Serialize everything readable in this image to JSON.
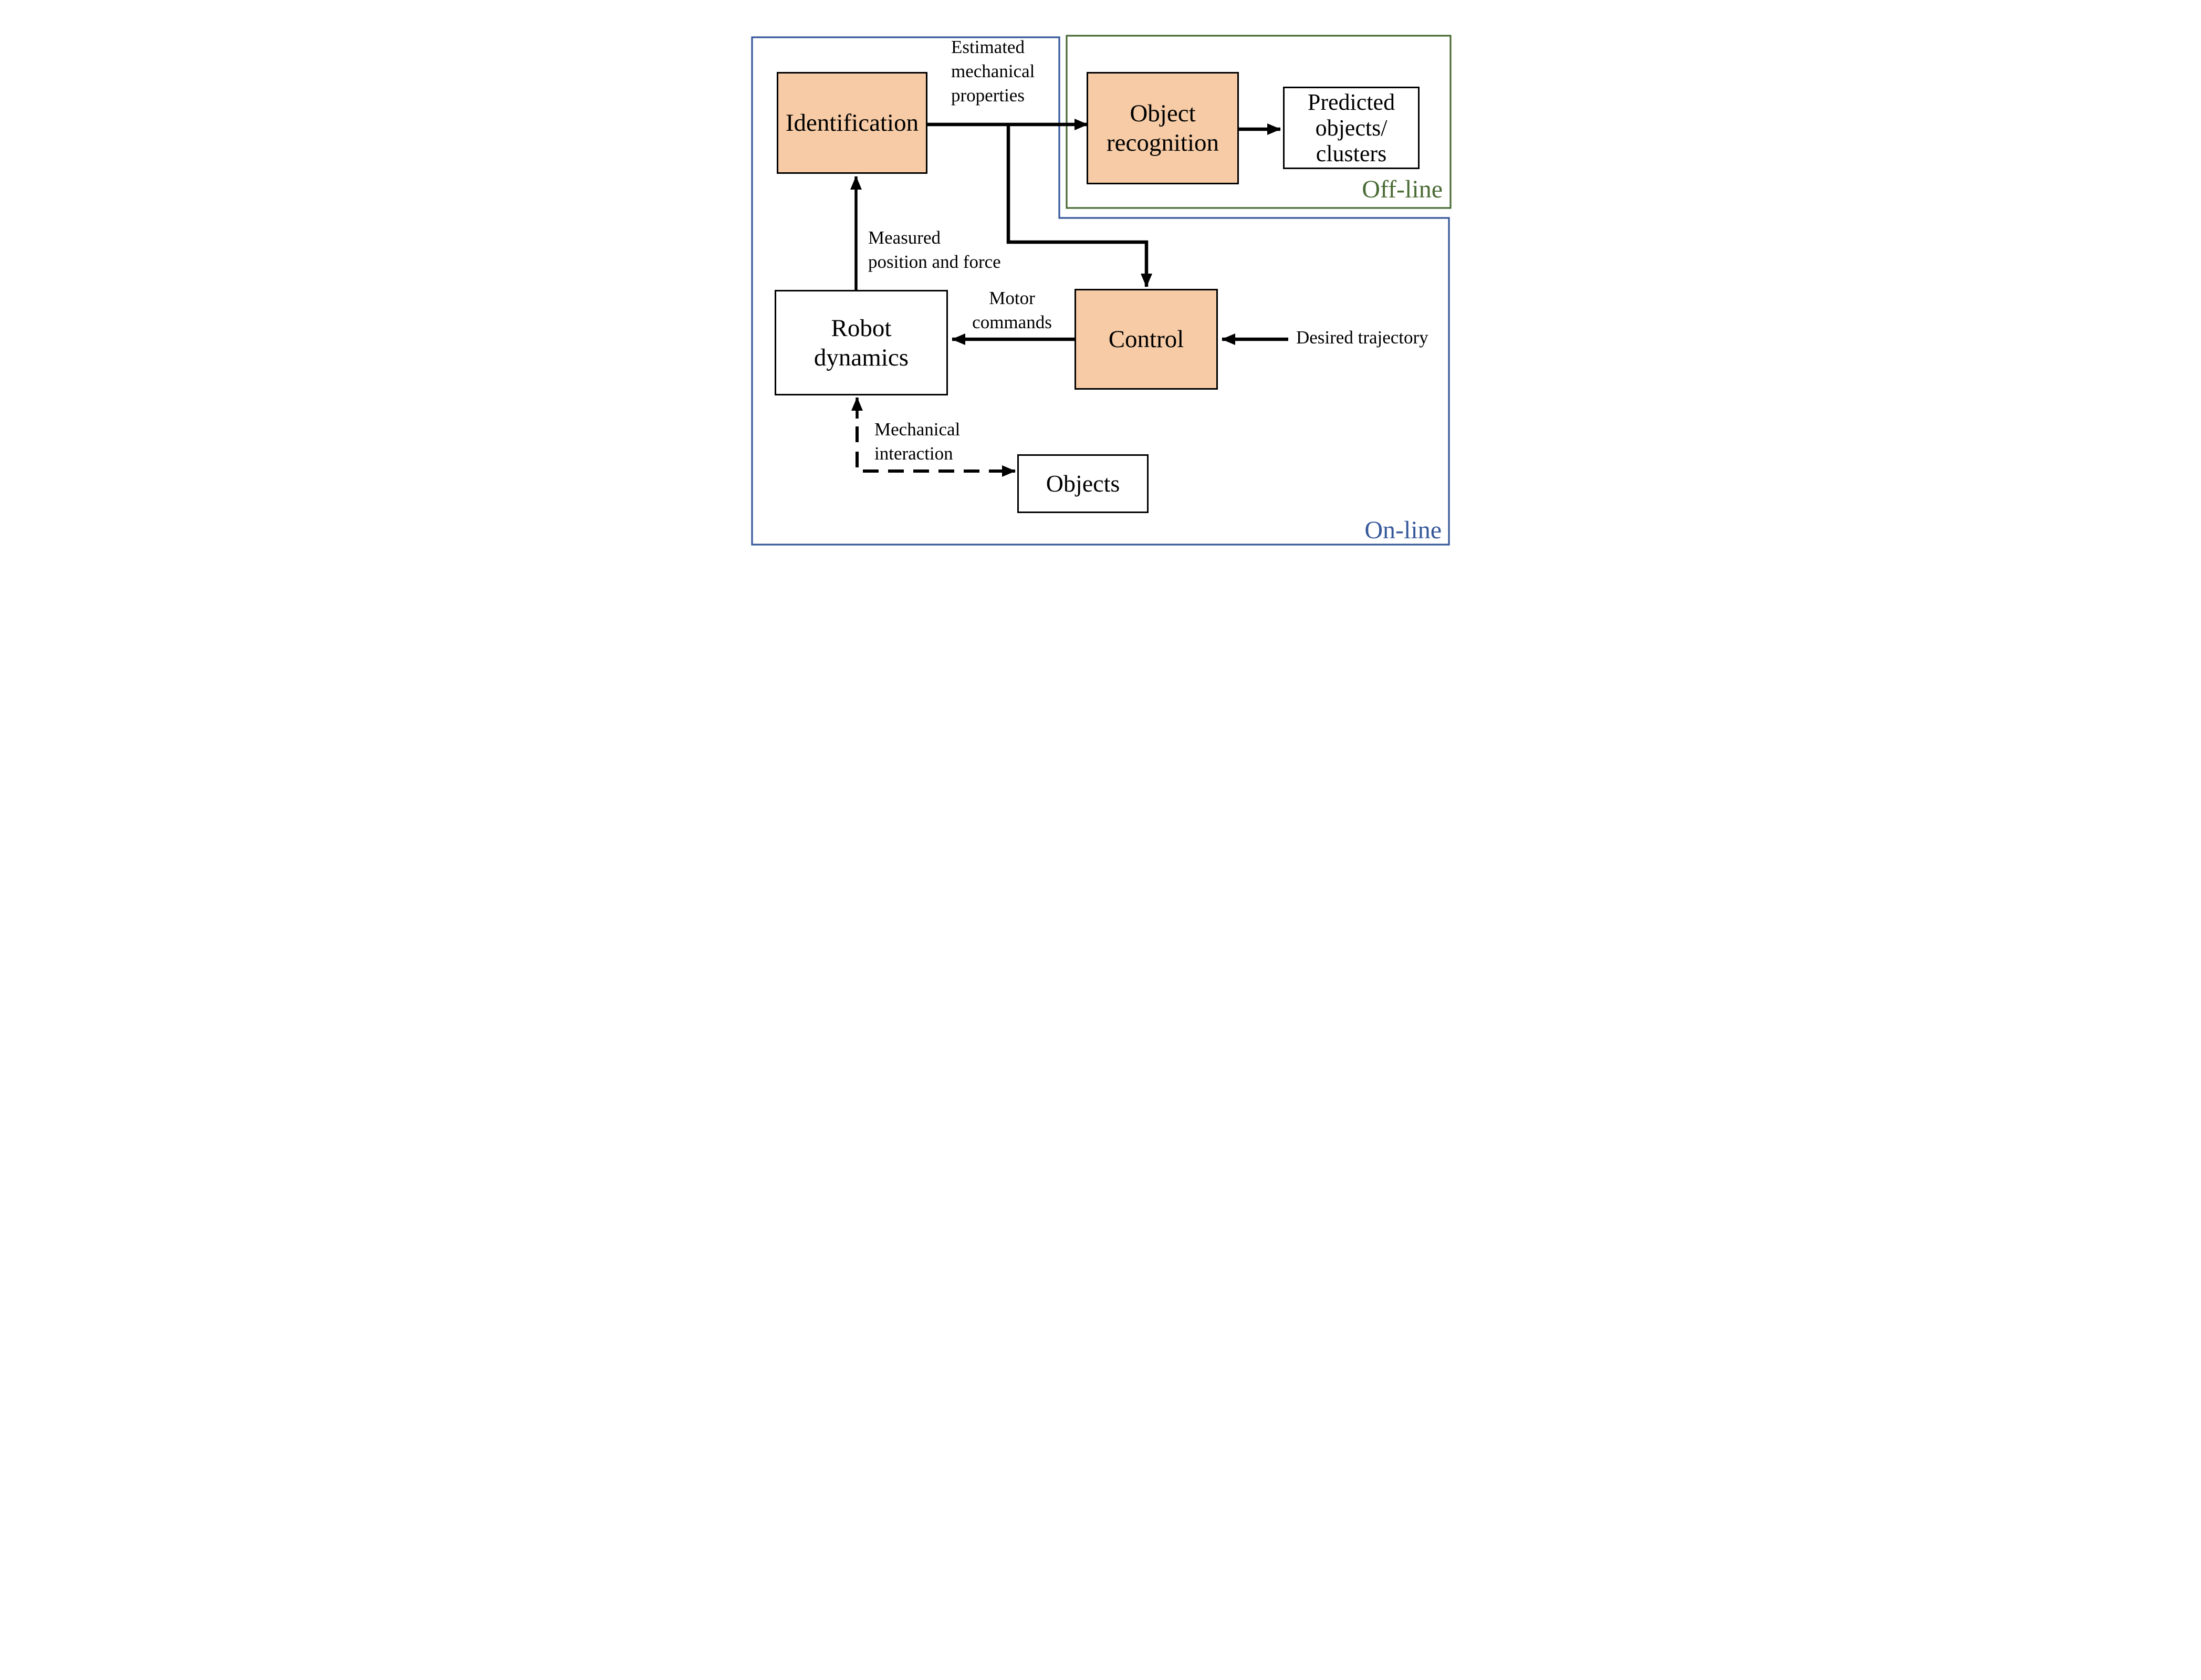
{
  "regions": {
    "online": {
      "label": "On-line",
      "border_color": "#36589B"
    },
    "offline": {
      "label": "Off-line",
      "border_color": "#4A6B35"
    }
  },
  "boxes": {
    "identification": {
      "label": "Identification",
      "fill": "#F6CBA6"
    },
    "object_recognition": {
      "line1": "Object",
      "line2": "recognition",
      "fill": "#F6CBA6"
    },
    "predicted_objects": {
      "line1": "Predicted",
      "line2": "objects/",
      "line3": "clusters",
      "fill": "#FFFFFF"
    },
    "robot_dynamics": {
      "line1": "Robot",
      "line2": "dynamics",
      "fill": "#FFFFFF"
    },
    "control": {
      "label": "Control",
      "fill": "#F6CBA6"
    },
    "objects": {
      "label": "Objects",
      "fill": "#FFFFFF"
    }
  },
  "labels": {
    "estimated": {
      "line1": "Estimated",
      "line2": "mechanical",
      "line3": "properties"
    },
    "measured": {
      "line1": "Measured",
      "line2": "position and force"
    },
    "motor": {
      "line1": "Motor",
      "line2": "commands"
    },
    "desired_trajectory": "Desired trajectory",
    "mechanical_interaction": {
      "line1": "Mechanical",
      "line2": "interaction"
    }
  },
  "colors": {
    "accent_fill": "#F6CBA6",
    "online_blue": "#36589B",
    "offline_green": "#4A6B35",
    "line_black": "#000000"
  }
}
